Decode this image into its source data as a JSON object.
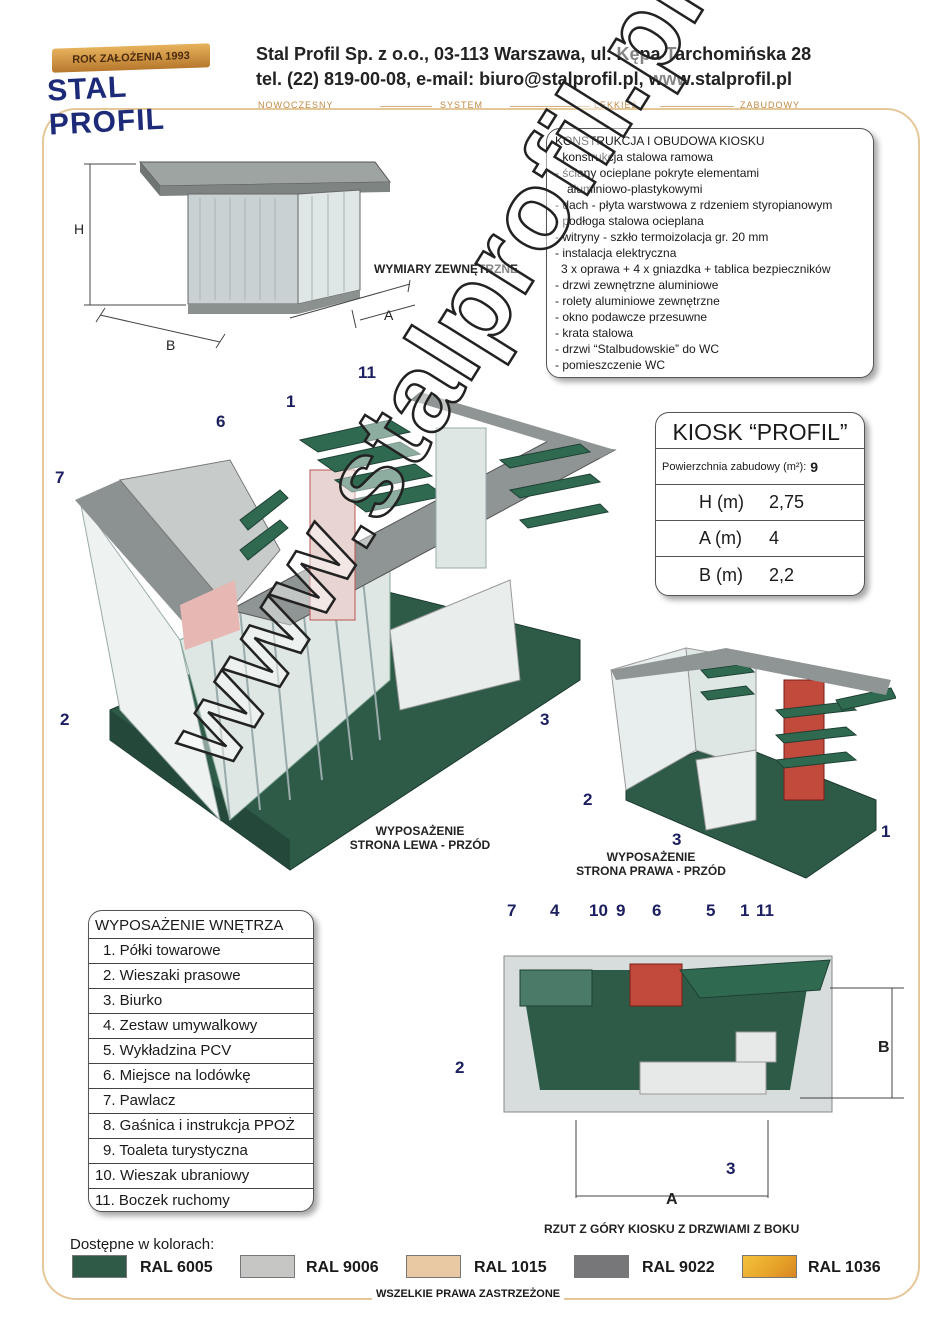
{
  "header": {
    "logo_banner": "ROK ZAŁOŻENIA 1993",
    "logo_name": "STAL PROFIL",
    "line1": "Stal Profil Sp. z o.o., 03-113 Warszawa, ul. Kępa Tarchomińska 28",
    "line2": "tel. (22) 819-00-08,  e-mail: biuro@stalprofil.pl,  www.stalprofil.pl",
    "tagline": [
      "NOWOCZESNY",
      "SYSTEM",
      "LEKKIEJ",
      "ZABUDOWY"
    ]
  },
  "spec": {
    "title": "KONSTRUKCJA I OBUDOWA KIOSKU",
    "items": [
      "- konstrukcja stalowa ramowa",
      "- ściany ocieplane pokryte elementami",
      "   aluminiowo-plastykowymi",
      "- dach - płyta warstwowa z rdzeniem styropianowym",
      "- podłoga stalowa ocieplana",
      "- witryny - szkło termoizolacja gr. 20 mm",
      "- instalacja elektryczna",
      "  3 x oprawa + 4 x gniazdka + tablica bezpieczników",
      "- drzwi zewnętrzne aluminiowe",
      "- rolety aluminiowe zewnętrzne",
      "- okno podawcze przesuwne",
      "- krata stalowa",
      "- drzwi “Stalbudowskie” do WC",
      "- pomieszczenie WC"
    ]
  },
  "kiosk": {
    "title": "KIOSK “PROFIL”",
    "area_label": "Powierzchnia zabudowy (m²):",
    "area_value": "9",
    "rows": [
      {
        "label": "H (m)",
        "value": "2,75"
      },
      {
        "label": "A (m)",
        "value": "4"
      },
      {
        "label": "B (m)",
        "value": "2,2"
      }
    ]
  },
  "exterior": {
    "caption": "WYMIARY ZEWNĘTRZNE",
    "h": "H",
    "a": "A",
    "b": "B"
  },
  "left_view": {
    "caption_line1": "WYPOSAŻENIE",
    "caption_line2": "STRONA LEWA - PRZÓD",
    "callouts": [
      "11",
      "1",
      "6",
      "7",
      "2",
      "3"
    ]
  },
  "right_view": {
    "caption_line1": "WYPOSAŻENIE",
    "caption_line2": "STRONA PRAWA - PRZÓD",
    "callouts": [
      "2",
      "3",
      "1"
    ]
  },
  "plan_view": {
    "caption": "RZUT Z GÓRY KIOSKU Z DRZWIAMI Z BOKU",
    "top_callouts": [
      "7",
      "4",
      "10",
      "9",
      "6",
      "5",
      "1",
      "11"
    ],
    "left_callout": "2",
    "bottom_callout": "3",
    "dim_a": "A",
    "dim_b": "B"
  },
  "equipment": {
    "title": "WYPOSAŻENIE WNĘTRZA",
    "items": [
      "1.  Półki towarowe",
      "2.  Wieszaki prasowe",
      "3.  Biurko",
      "4.  Zestaw umywalkowy",
      "5.  Wykładzina PCV",
      "6.  Miejsce na lodówkę",
      "7.  Pawlacz",
      "8.  Gaśnica i instrukcja PPOŻ",
      "9.  Toaleta turystyczna",
      "10.  Wieszak ubraniowy",
      "11.  Boczek ruchomy"
    ]
  },
  "colors": {
    "label": "Dostępne w kolorach:",
    "swatches": [
      {
        "name": "RAL 6005",
        "hex": "#2f5a48"
      },
      {
        "name": "RAL 9006",
        "hex": "#c6c6c4"
      },
      {
        "name": "RAL 1015",
        "hex": "#e9c9a3"
      },
      {
        "name": "RAL 9022",
        "hex": "#777679"
      },
      {
        "name": "RAL 1036",
        "hex": "#e7a52a"
      }
    ]
  },
  "footer": "WSZELKIE PRAWA ZASTRZEŻONE",
  "watermark": "www.stalprofil.pl"
}
